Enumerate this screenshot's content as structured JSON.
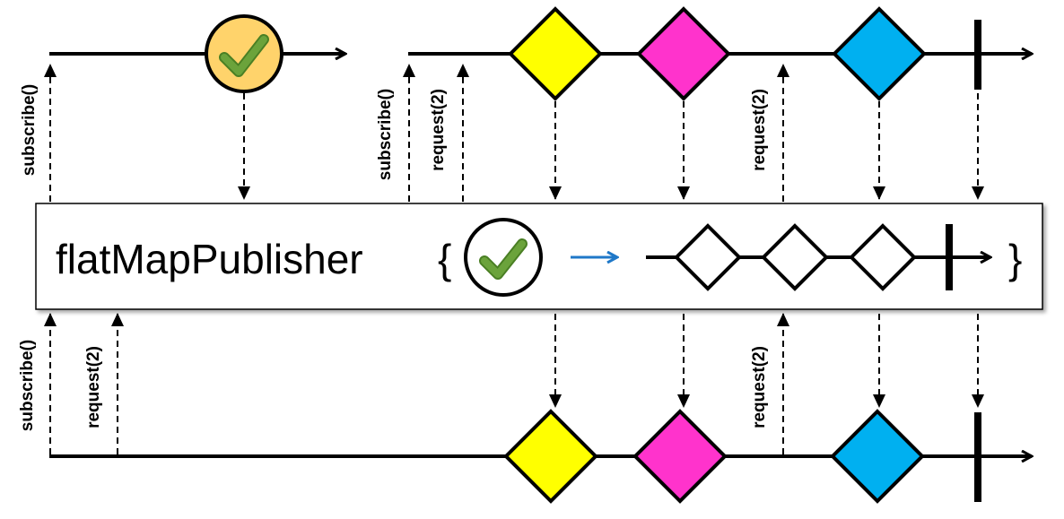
{
  "operator": {
    "name": "flatMapPublisher",
    "open_brace": "{",
    "close_brace": "}"
  },
  "labels": {
    "subscribe": "subscribe()",
    "request": "request(2)"
  },
  "colors": {
    "check_circle_fill": "#FFD36B",
    "check_mark": "#6BA33B",
    "item_yellow": "#FFFF00",
    "item_magenta": "#FF33CC",
    "item_blue": "#00B0F0",
    "inner_arrow": "#1F78C8"
  },
  "icons": {
    "completion": "checkmark-circle-icon",
    "terminate": "completion-bar-icon"
  }
}
